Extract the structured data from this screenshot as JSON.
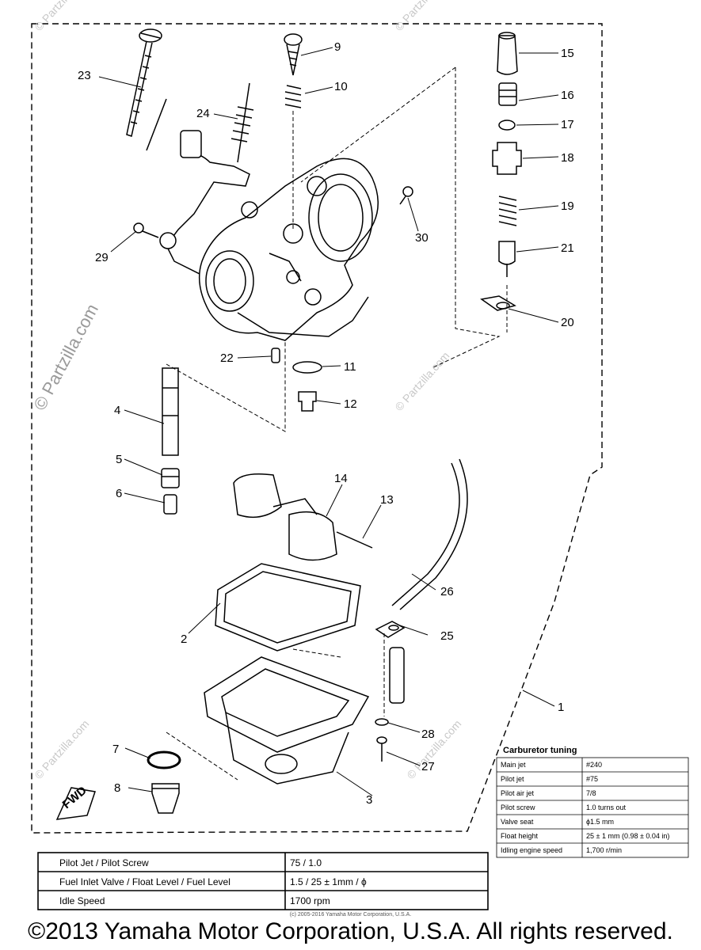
{
  "callouts": {
    "c1": "1",
    "c2": "2",
    "c3": "3",
    "c4": "4",
    "c5": "5",
    "c6": "6",
    "c7": "7",
    "c8": "8",
    "c9": "9",
    "c10": "10",
    "c11": "11",
    "c12": "12",
    "c13": "13",
    "c14": "14",
    "c15": "15",
    "c16": "16",
    "c17": "17",
    "c18": "18",
    "c19": "19",
    "c20": "20",
    "c21": "21",
    "c22": "22",
    "c23": "23",
    "c24": "24",
    "c25": "25",
    "c26": "26",
    "c27": "27",
    "c28": "28",
    "c29": "29",
    "c30": "30"
  },
  "fwd_label": "FWD",
  "watermarks": {
    "side": "© Partzilla.com",
    "repeat": "© Partzilla.com"
  },
  "carburetor_tuning": {
    "title": "Carburetor tuning",
    "rows": [
      {
        "label": "Main jet",
        "value": "#240"
      },
      {
        "label": "Pilot jet",
        "value": "#75"
      },
      {
        "label": "Pilot air jet",
        "value": "7/8"
      },
      {
        "label": "Pilot screw",
        "value": "1.0 turns out"
      },
      {
        "label": "Valve seat",
        "value": "ϕ1.5 mm"
      },
      {
        "label": "Float height",
        "value": "25 ± 1 mm (0.98 ± 0.04 in)"
      },
      {
        "label": "Idling engine speed",
        "value": "1,700 r/min"
      }
    ]
  },
  "spec_table": {
    "rows": [
      {
        "label": "Pilot Jet / Pilot Screw",
        "value": "75 / 1.0"
      },
      {
        "label": "Fuel Inlet Valve / Float Level / Fuel Level",
        "value": "1.5 / 25 ± 1mm / ϕ"
      },
      {
        "label": "Idle Speed",
        "value": "1700 rpm"
      }
    ]
  },
  "copyright_small": "(c) 2005-2016 Yamaha Motor Corporation, U.S.A.",
  "copyright_main": "©2013 Yamaha Motor Corporation, U.S.A. All rights reserved."
}
